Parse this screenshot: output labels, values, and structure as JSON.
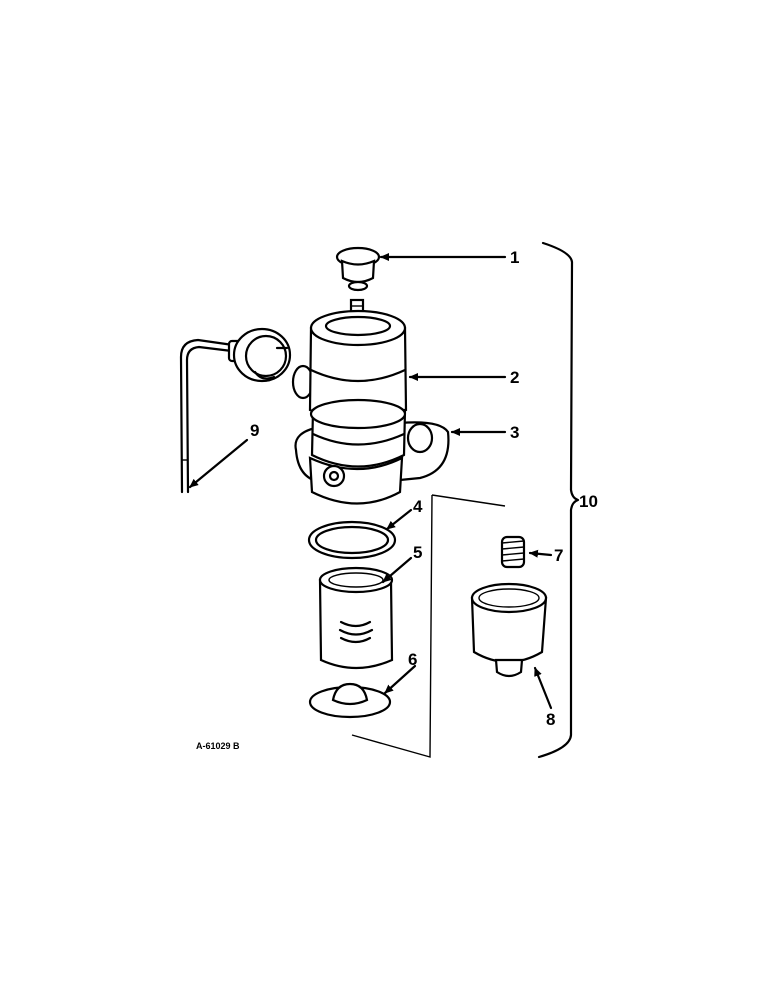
{
  "callouts": {
    "c1": "1",
    "c2": "2",
    "c3": "3",
    "c4": "4",
    "c5": "5",
    "c6": "6",
    "c7": "7",
    "c8": "8",
    "c9": "9",
    "c10": "10"
  },
  "figure_code": "A-61029 B"
}
